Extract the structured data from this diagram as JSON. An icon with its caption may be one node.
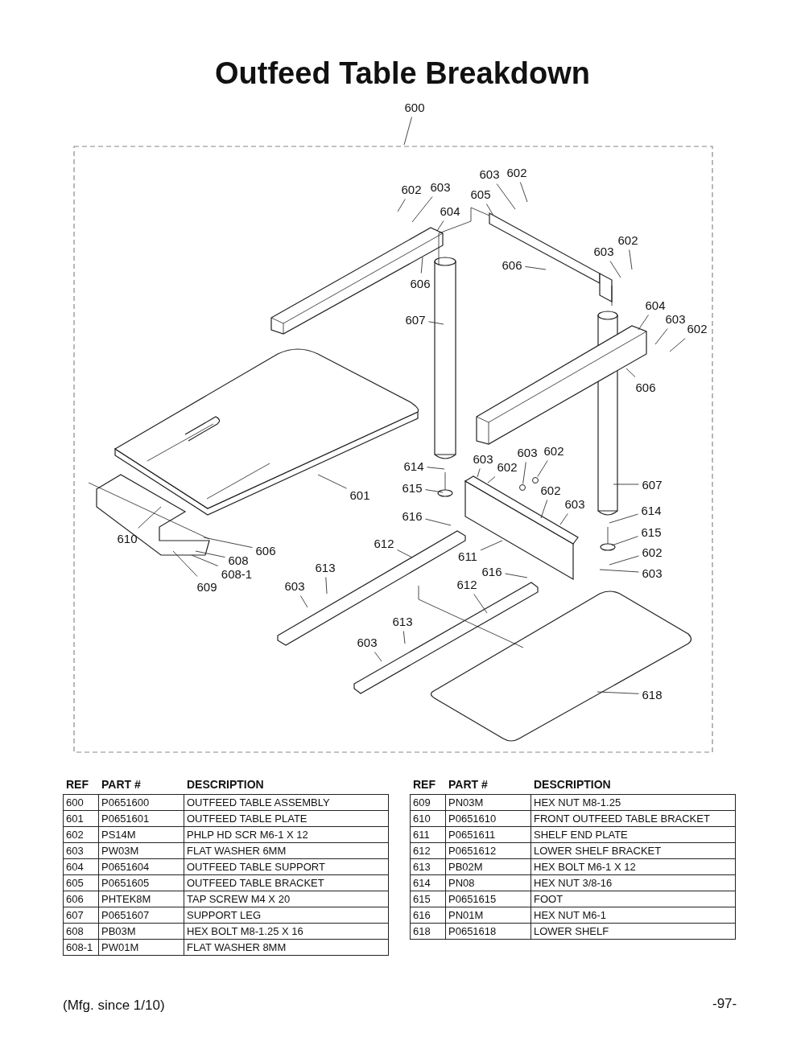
{
  "diagram": {
    "title": "Outfeed Table Breakdown",
    "nodes": [
      {
        "text": [
          "600"
        ]
      },
      {
        "text": [
          "602"
        ]
      },
      {
        "text": [
          "603"
        ]
      },
      {
        "text": [
          "604"
        ]
      },
      {
        "text": [
          "605"
        ]
      },
      {
        "text": [
          "603"
        ]
      },
      {
        "text": [
          "602"
        ]
      },
      {
        "text": [
          "606"
        ]
      },
      {
        "text": [
          "606"
        ]
      },
      {
        "text": [
          "602"
        ]
      },
      {
        "text": [
          "603"
        ]
      },
      {
        "text": [
          "607"
        ]
      },
      {
        "text": [
          "604"
        ]
      },
      {
        "text": [
          "603"
        ]
      },
      {
        "text": [
          "602"
        ]
      },
      {
        "text": [
          "606"
        ]
      },
      {
        "text": [
          "614"
        ]
      },
      {
        "text": [
          "603"
        ]
      },
      {
        "text": [
          "602"
        ]
      },
      {
        "text": [
          "603"
        ]
      },
      {
        "text": [
          "602"
        ]
      },
      {
        "text": [
          "615"
        ]
      },
      {
        "text": [
          "601"
        ]
      },
      {
        "text": [
          "602"
        ]
      },
      {
        "text": [
          "603"
        ]
      },
      {
        "text": [
          "607"
        ]
      },
      {
        "text": [
          "614"
        ]
      },
      {
        "text": [
          "615"
        ]
      },
      {
        "text": [
          "616"
        ]
      },
      {
        "text": [
          "610"
        ]
      },
      {
        "text": [
          "612"
        ]
      },
      {
        "text": [
          "606"
        ]
      },
      {
        "text": [
          "611"
        ]
      },
      {
        "text": [
          "602"
        ]
      },
      {
        "text": [
          "603"
        ]
      },
      {
        "text": [
          "608"
        ]
      },
      {
        "text": [
          "608-1"
        ]
      },
      {
        "text": [
          "609"
        ]
      },
      {
        "text": [
          "613"
        ]
      },
      {
        "text": [
          "616"
        ]
      },
      {
        "text": [
          "603"
        ]
      },
      {
        "text": [
          "612"
        ]
      },
      {
        "text": [
          "613"
        ]
      },
      {
        "text": [
          "603"
        ]
      },
      {
        "text": [
          "618"
        ]
      },
      {
        "text": [],
        "shape": "circle"
      },
      {
        "text": [],
        "shape": "circle"
      }
    ],
    "edges": [
      {
        "from": 0,
        "to": null,
        "arrow": "none"
      },
      {
        "from": 1,
        "to": null,
        "arrow": "none"
      },
      {
        "from": 2,
        "to": null,
        "arrow": "none"
      },
      {
        "from": 3,
        "to": null,
        "arrow": "none"
      },
      {
        "from": 4,
        "to": null,
        "arrow": "none"
      },
      {
        "from": 5,
        "to": null,
        "arrow": "none"
      },
      {
        "from": 6,
        "to": null,
        "arrow": "none"
      },
      {
        "from": 7,
        "to": null,
        "arrow": "none"
      },
      {
        "from": 8,
        "to": null,
        "arrow": "none"
      },
      {
        "from": 9,
        "to": null,
        "arrow": "none"
      },
      {
        "from": 10,
        "to": null,
        "arrow": "none"
      },
      {
        "from": 11,
        "to": null,
        "arrow": "none"
      },
      {
        "from": 12,
        "to": null,
        "arrow": "none"
      },
      {
        "from": 13,
        "to": null,
        "arrow": "none"
      },
      {
        "from": 14,
        "to": null,
        "arrow": "none"
      },
      {
        "from": 15,
        "to": null,
        "arrow": "none"
      },
      {
        "from": 16,
        "to": null,
        "arrow": "none"
      },
      {
        "from": 17,
        "to": null,
        "arrow": "none"
      },
      {
        "from": 18,
        "to": null,
        "arrow": "none"
      },
      {
        "from": 19,
        "to": 45,
        "arrow": "none"
      },
      {
        "from": 20,
        "to": 46,
        "arrow": "none"
      },
      {
        "from": 21,
        "to": null,
        "arrow": "none"
      },
      {
        "from": 22,
        "to": null,
        "arrow": "none"
      },
      {
        "from": 23,
        "to": null,
        "arrow": "none"
      },
      {
        "from": 24,
        "to": null,
        "arrow": "none"
      },
      {
        "from": 25,
        "to": null,
        "arrow": "none"
      },
      {
        "from": 26,
        "to": null,
        "arrow": "none"
      },
      {
        "from": 27,
        "to": null,
        "arrow": "none"
      },
      {
        "from": 28,
        "to": null,
        "arrow": "none"
      },
      {
        "from": 29,
        "to": null,
        "arrow": "none"
      },
      {
        "from": 30,
        "to": null,
        "arrow": "none"
      },
      {
        "from": 31,
        "to": null,
        "arrow": "none"
      },
      {
        "from": 32,
        "to": null,
        "arrow": "none"
      },
      {
        "from": 33,
        "to": null,
        "arrow": "none"
      },
      {
        "from": 34,
        "to": null,
        "arrow": "none"
      },
      {
        "from": 35,
        "to": null,
        "arrow": "none"
      },
      {
        "from": 36,
        "to": null,
        "arrow": "none"
      },
      {
        "from": 37,
        "to": null,
        "arrow": "none"
      },
      {
        "from": 38,
        "to": null,
        "arrow": "none"
      },
      {
        "from": 39,
        "to": null,
        "arrow": "none"
      },
      {
        "from": 40,
        "to": null,
        "arrow": "none"
      },
      {
        "from": 41,
        "to": null,
        "arrow": "none"
      },
      {
        "from": 42,
        "to": null,
        "arrow": "none"
      },
      {
        "from": 43,
        "to": null,
        "arrow": "none"
      },
      {
        "from": 44,
        "to": null,
        "arrow": "none"
      }
    ],
    "labels": [
      "REF",
      "PART #",
      "DESCRIPTION",
      "600",
      "P0651600",
      "OUTFEED TABLE ASSEMBLY",
      "601",
      "P0651601",
      "OUTFEED TABLE PLATE",
      "602",
      "PS14M",
      "PHLP HD SCR M6-1 X 12",
      "603",
      "PW03M",
      "FLAT WASHER 6MM",
      "604",
      "P0651604",
      "OUTFEED TABLE SUPPORT",
      "605",
      "P0651605",
      "OUTFEED TABLE BRACKET",
      "606",
      "PHTEK8M",
      "TAP SCREW M4 X 20",
      "607",
      "P0651607",
      "SUPPORT LEG",
      "608",
      "PB03M",
      "HEX BOLT M8-1.25 X 16",
      "608-1",
      "PW01M",
      "FLAT WASHER 8MM",
      "REF",
      "PART #",
      "DESCRIPTION",
      "609",
      "PN03M",
      "HEX NUT M8-1.25",
      "610",
      "P0651610",
      "FRONT OUTFEED TABLE BRACKET",
      "611",
      "P0651611",
      "SHELF END PLATE",
      "612",
      "P0651612",
      "LOWER SHELF BRACKET",
      "613",
      "PB02M",
      "HEX BOLT M6-1 X 12",
      "614",
      "PN08",
      "HEX NUT 3/8-16",
      "615",
      "P0651615",
      "FOOT",
      "616",
      "PN01M",
      "HEX NUT M6-1",
      "618",
      "P0651618",
      "LOWER SHELF",
      "(Mfg. since 1/10)",
      "-97-"
    ]
  }
}
